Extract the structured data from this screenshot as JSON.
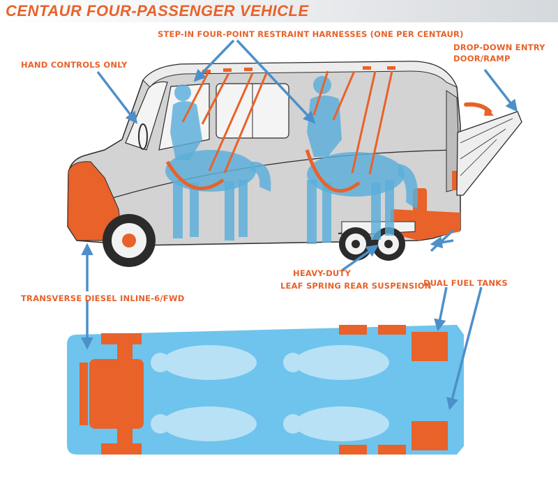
{
  "title": "CENTAUR FOUR-PASSENGER VEHICLE",
  "labels": {
    "harnesses": "STEP-IN FOUR-POINT RESTRAINT HARNESSES (ONE PER CENTAUR)",
    "hand_controls": "HAND CONTROLS ONLY",
    "entry_line1": "DROP-DOWN ENTRY",
    "entry_line2": "DOOR/RAMP",
    "suspension_line1": "HEAVY-DUTY",
    "suspension_line2": "LEAF SPRING REAR SUSPENSION",
    "fuel_tanks": "DUAL FUEL TANKS",
    "engine": "TRANSVERSE DIESEL INLINE-6/FWD"
  },
  "colors": {
    "accent_orange": "#e8622a",
    "arrow_blue": "#4d90c9",
    "centaur_blue": "#5aaedb",
    "body_gray": "#d3d3d3",
    "plan_blue": "#6ec4ec",
    "plan_light": "#b8e1f6",
    "ink": "#2b2b2b"
  }
}
